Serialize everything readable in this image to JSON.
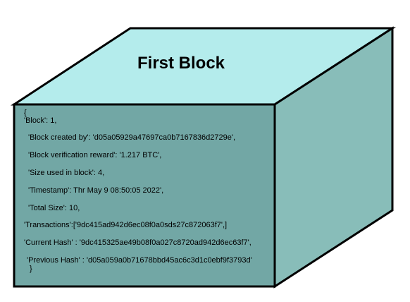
{
  "title": "First Block",
  "colors": {
    "top_face": "#b4ecec",
    "front_face": "#72a7a5",
    "right_face": "#88bdb9",
    "outline": "#000000"
  },
  "block_lines": {
    "open_brace": "{",
    "block": "'Block': 1,",
    "created_by": "'Block created by': 'd05a05929a47697ca0b7167836d2729e',",
    "reward": "'Block verification reward': '1.217 BTC',",
    "size_used": "'Size used in block': 4,",
    "timestamp": "'Timestamp': Thr May 9 08:50:05 2022',",
    "total_size": "'Total Size': 10,",
    "transactions": "'Transactions':['9dc415ad942d6ec08f0a0sds27c872063f7',]",
    "current_hash": "'Current Hash' : '9dc415325ae49b08f0a027c8720ad942d6ec63f7',",
    "previous_hash": "'Previous Hash' : 'd05a059a0b71678bbd45ac6c3d1c0ebf9f3793d'",
    "close_brace": "}"
  }
}
